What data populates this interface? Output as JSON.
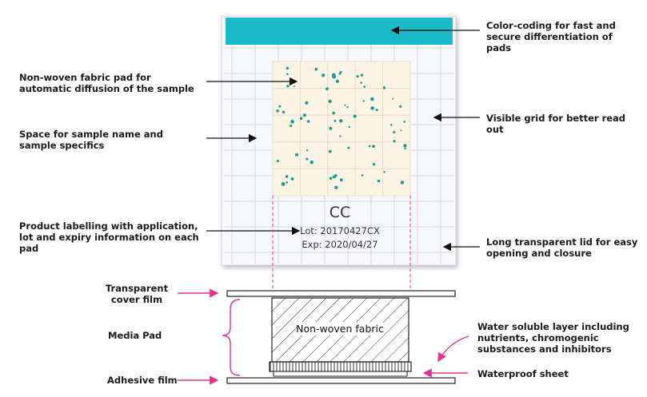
{
  "left_labels": [
    {
      "id": "nonwoven",
      "text": "Non-woven fabric pad for automatic diffusion of the sample"
    },
    {
      "id": "space",
      "text": "Space for sample name and sample specifics"
    },
    {
      "id": "labelling",
      "text": "Product labelling with application, lot and expiry information on each pad"
    }
  ],
  "right_labels": [
    {
      "id": "color",
      "text": "Color-coding for fast and secure differentiation of pads"
    },
    {
      "id": "grid",
      "text": "Visible grid for better read out"
    },
    {
      "id": "lid",
      "text": "Long transparent lid for easy opening and closure"
    }
  ],
  "pad": {
    "code": "CC",
    "lot": "Lot: 20170427CX",
    "exp": "Exp: 2020/04/27"
  },
  "cross_section": {
    "transparent_cover": "Transparent cover film",
    "media_pad": "Media Pad",
    "adhesive": "Adhesive film",
    "fabric": "Non-woven fabric",
    "water_soluble": "Water soluble layer including nutrients, chromogenic substances and inhibitors",
    "waterproof": "Waterproof sheet"
  },
  "colors": {
    "teal_band": "#1bb8c8",
    "pad": "#fbf3e4",
    "dots": "#1f9a8f",
    "pink": "#e0348a",
    "grid": "#d5d9e2"
  }
}
